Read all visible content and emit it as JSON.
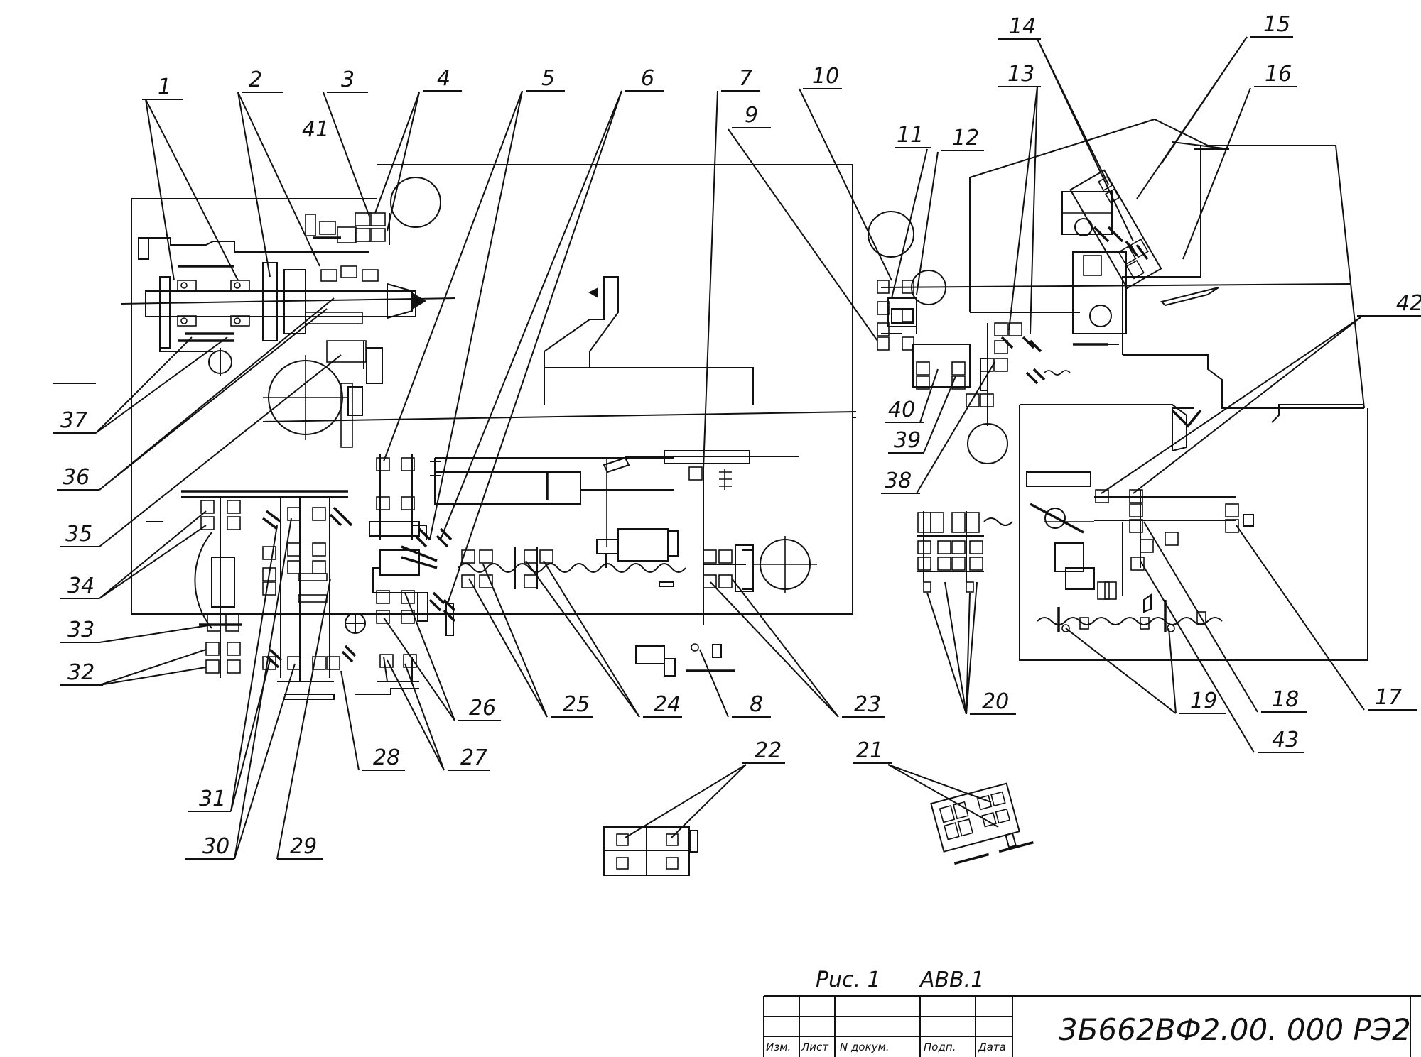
{
  "callouts": [
    {
      "id": "1",
      "label": "1"
    },
    {
      "id": "2",
      "label": "2"
    },
    {
      "id": "3",
      "label": "3"
    },
    {
      "id": "4",
      "label": "4"
    },
    {
      "id": "5",
      "label": "5"
    },
    {
      "id": "6",
      "label": "6"
    },
    {
      "id": "7",
      "label": "7"
    },
    {
      "id": "8",
      "label": "8"
    },
    {
      "id": "9",
      "label": "9"
    },
    {
      "id": "10",
      "label": "10"
    },
    {
      "id": "11",
      "label": "11"
    },
    {
      "id": "12",
      "label": "12"
    },
    {
      "id": "13",
      "label": "13"
    },
    {
      "id": "14",
      "label": "14"
    },
    {
      "id": "15",
      "label": "15"
    },
    {
      "id": "16",
      "label": "16"
    },
    {
      "id": "17",
      "label": "17"
    },
    {
      "id": "18",
      "label": "18"
    },
    {
      "id": "19",
      "label": "19"
    },
    {
      "id": "20",
      "label": "20"
    },
    {
      "id": "21",
      "label": "21"
    },
    {
      "id": "22",
      "label": "22"
    },
    {
      "id": "23",
      "label": "23"
    },
    {
      "id": "24",
      "label": "24"
    },
    {
      "id": "25",
      "label": "25"
    },
    {
      "id": "26",
      "label": "26"
    },
    {
      "id": "27",
      "label": "27"
    },
    {
      "id": "28",
      "label": "28"
    },
    {
      "id": "29",
      "label": "29"
    },
    {
      "id": "30",
      "label": "30"
    },
    {
      "id": "31",
      "label": "31"
    },
    {
      "id": "32",
      "label": "32"
    },
    {
      "id": "33",
      "label": "33"
    },
    {
      "id": "34",
      "label": "34"
    },
    {
      "id": "35",
      "label": "35"
    },
    {
      "id": "36",
      "label": "36"
    },
    {
      "id": "37",
      "label": "37"
    },
    {
      "id": "38",
      "label": "38"
    },
    {
      "id": "39",
      "label": "39"
    },
    {
      "id": "40",
      "label": "40"
    },
    {
      "id": "41",
      "label": "41"
    },
    {
      "id": "42",
      "label": "42"
    },
    {
      "id": "43",
      "label": "43"
    }
  ],
  "caption": {
    "fig_ru": "Рuс. 1",
    "fig_code": "ABB.1"
  },
  "title_block": {
    "document_code": "3Б662ВФ2.00. 000 РЭ2",
    "columns": [
      "Изм.",
      "Лист",
      "N докум.",
      "Подп.",
      "Дата"
    ]
  }
}
